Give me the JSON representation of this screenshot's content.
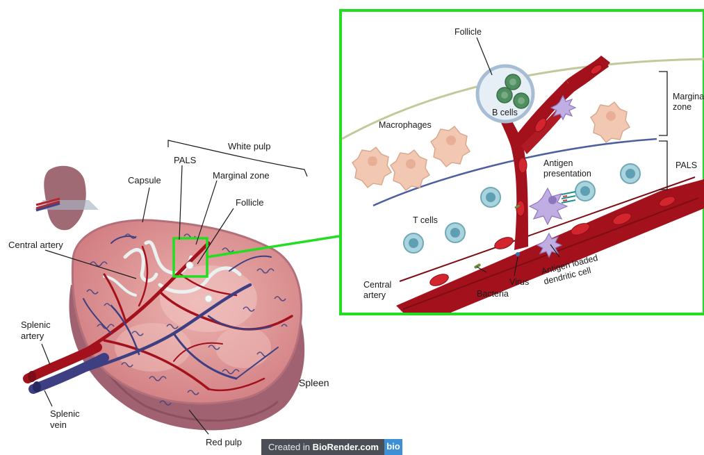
{
  "overview": {
    "white_pulp_label": "White pulp",
    "pals_label": "PALS",
    "capsule_label": "Capsule",
    "marginal_zone_label": "Marginal zone",
    "follicle_label": "Follicle",
    "central_artery_label": "Central artery",
    "splenic_artery_label": [
      "Splenic",
      "artery"
    ],
    "splenic_vein_label": [
      "Splenic",
      "vein"
    ],
    "spleen_label": "Spleen",
    "red_pulp_label": "Red pulp"
  },
  "inset": {
    "follicle_label": "Follicle",
    "b_cells_label": "B cells",
    "macrophages_label": "Macrophages",
    "t_cells_label": "T cells",
    "antigen_presentation_label": [
      "Antigen",
      "presentation"
    ],
    "central_artery_label": [
      "Central",
      "artery"
    ],
    "bacteria_label": "Bacteria",
    "virus_label": "Virus",
    "antigen_loaded_label": [
      "Antigen loaded",
      "dendritic cell"
    ],
    "marginal_zone_label": [
      "Marginal",
      "zone"
    ],
    "pals_label": "PALS",
    "border_color": "#22dd22"
  },
  "footer": {
    "created_prefix": "Created in ",
    "brand": "BioRender.com",
    "logo": "bio"
  },
  "colors": {
    "spleen_surface": "#d88d8e",
    "artery_red": "#a3121c",
    "vein_blue": "#3d3f82",
    "t_cell": "#6fb3c4",
    "b_cell": "#4e8f60",
    "macrophage": "#f2c8b2",
    "dendritic": "#b7a2dc"
  }
}
